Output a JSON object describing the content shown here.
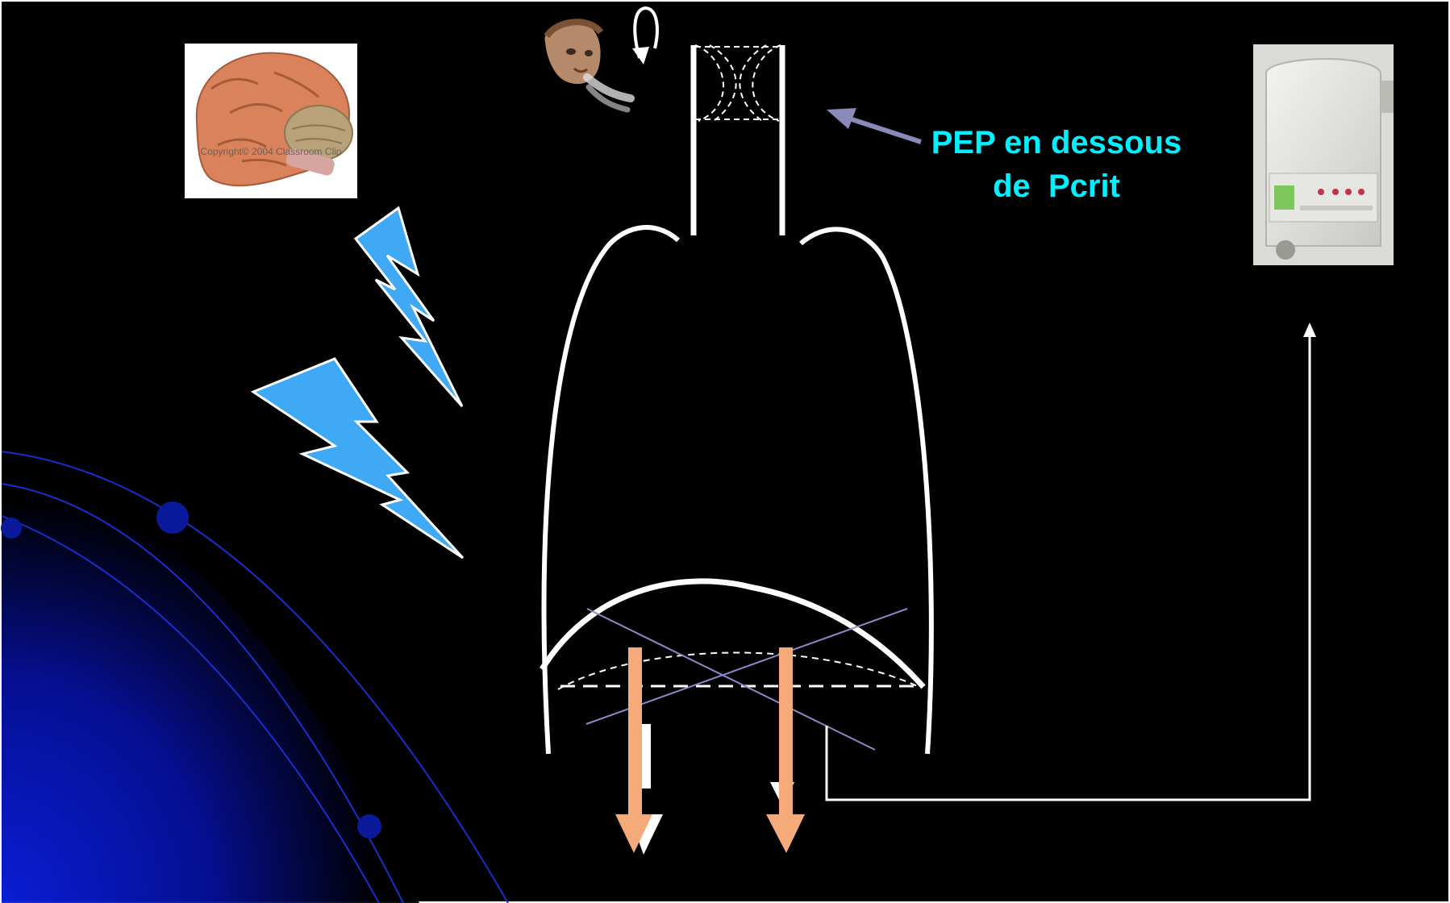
{
  "annotation": {
    "line1": "PEP en dessous",
    "line2": "de  Pcrit"
  },
  "brain_image": {
    "watermark": "Copyright© 2004 Classroom Clip"
  },
  "colors": {
    "background": "#000000",
    "label": "#00F0FF",
    "lightning": "#3FA9F5",
    "arrow": "#F5AA7A",
    "outline": "#FFFFFF",
    "pointer": "#8A8AB8",
    "crossing_lines": "#8A8AC8",
    "orbit": "#1A2ECC"
  },
  "icons": [
    "brain-image",
    "face-breathing-icon",
    "rotate-arrow-icon",
    "cpap-device-image",
    "lightning-bolt-icon"
  ]
}
